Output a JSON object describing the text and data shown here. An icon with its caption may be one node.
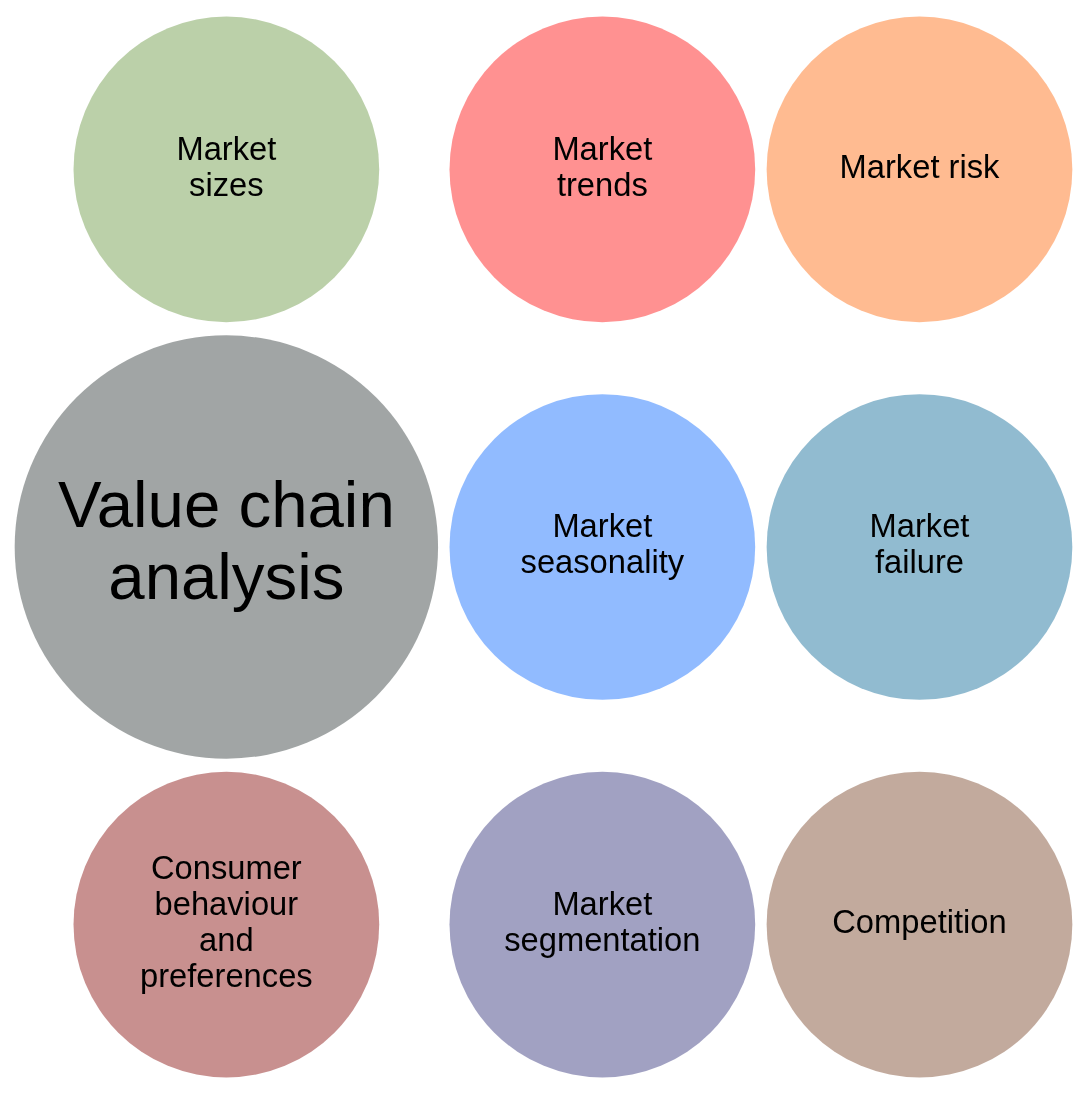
{
  "diagram": {
    "nodes": [
      {
        "text": [
          "Value chain analysis"
        ]
      },
      {
        "text": [
          "Market sizes"
        ]
      },
      {
        "text": [
          "Market trends"
        ]
      },
      {
        "text": [
          "Market seasonality"
        ]
      },
      {
        "text": [
          "Market segmentation"
        ]
      },
      {
        "text": [
          "Consumer behaviour and preferences"
        ]
      },
      {
        "text": [
          "Competition"
        ]
      },
      {
        "text": [
          "Market failure"
        ]
      },
      {
        "text": [
          "Market risk"
        ]
      }
    ],
    "edges": []
  }
}
